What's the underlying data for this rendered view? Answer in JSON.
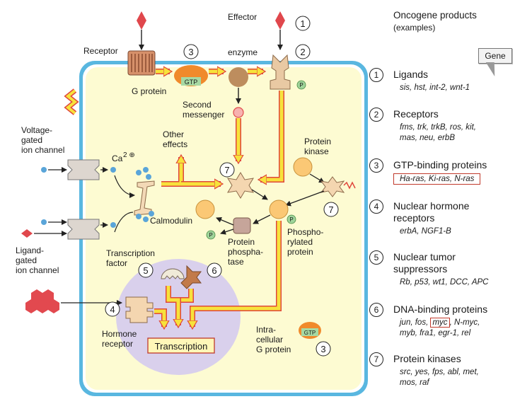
{
  "diagram": {
    "labels": {
      "receptor": "Receptor",
      "g_protein": "G protein",
      "gtp": "GTP",
      "effector": "Effector",
      "enzyme": "enzyme",
      "second": "Second",
      "messenger": "messenger",
      "voltage1": "Voltage-",
      "voltage2": "gated",
      "voltage3": "ion channel",
      "ca": "Ca",
      "ca_sup": "2 ⊕",
      "other1": "Other",
      "other2": "effects",
      "calmodulin": "Calmodulin",
      "ligand1": "Ligand-",
      "ligand2": "gated",
      "ligand3": "ion channel",
      "protein_kinase1": "Protein",
      "protein_kinase2": "kinase",
      "phospho1": "Phospho-",
      "phospho2": "rylated",
      "phospho3": "protein",
      "pp1": "Protein",
      "pp2": "phospha-",
      "pp3": "tase",
      "tf1": "Transcription",
      "tf2": "factor",
      "hormone1": "Hormone",
      "hormone2": "receptor",
      "transcription": "Transcription",
      "intra1": "Intra-",
      "intra2": "cellular",
      "intra3": "G protein",
      "p": "P"
    },
    "numbers": {
      "n1": "1",
      "n2": "2",
      "n3": "3",
      "n4": "4",
      "n5": "5",
      "n6": "6",
      "n7": "7"
    }
  },
  "legend": {
    "title": "Oncogene products",
    "subtitle": "(examples)",
    "gene_callout": "Gene",
    "items": [
      {
        "num": "1",
        "name": "Ligands",
        "genes": [
          "sis, hst, int-2, wnt-1"
        ]
      },
      {
        "num": "2",
        "name": "Receptors",
        "genes": [
          "fms, trk, trkB, ros, kit,",
          "mas, neu, erbB"
        ]
      },
      {
        "num": "3",
        "name": "GTP-binding proteins",
        "genes": [
          "Ha-ras, Ki-ras, N-ras"
        ]
      },
      {
        "num": "4",
        "name": "Nuclear hormone",
        "name2": "receptors",
        "genes": [
          "erbA, NGF1-B"
        ]
      },
      {
        "num": "5",
        "name": "Nuclear tumor",
        "name2": "suppressors",
        "genes": [
          "Rb, p53, wt1, DCC, APC"
        ]
      },
      {
        "num": "6",
        "name": "DNA-binding proteins",
        "genes_a": "jun, fos, ",
        "genes_myc": "myc",
        "genes_b": ", N-myc,",
        "genes2": "myb, fra1, egr-1, rel"
      },
      {
        "num": "7",
        "name": "Protein kinases",
        "genes": [
          "src, yes, fps, abl, met,",
          "mos, raf"
        ]
      }
    ]
  }
}
